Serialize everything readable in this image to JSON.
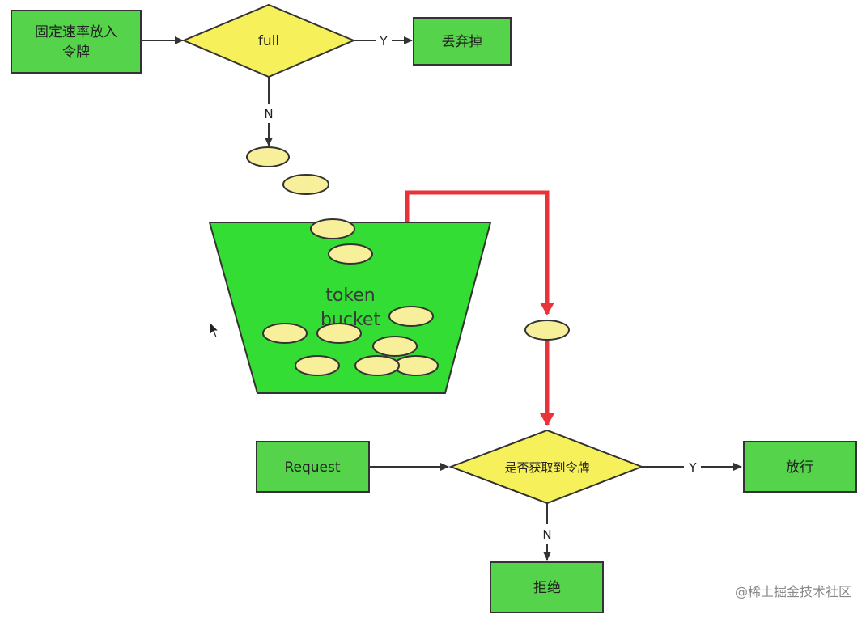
{
  "nodes": {
    "fixed_rate": {
      "line1": "固定速率放入",
      "line2": "令牌"
    },
    "full_check": "full",
    "discard": "丢弃掉",
    "bucket": {
      "line1": "token",
      "line2": "bucket"
    },
    "request": "Request",
    "token_check": "是否获取到令牌",
    "allow": "放行",
    "reject": "拒绝"
  },
  "edges": {
    "full_yes": "Y",
    "full_no": "N",
    "token_yes": "Y",
    "token_no": "N"
  },
  "watermark": "@稀土掘金技术社区",
  "colors": {
    "box_fill": "#55d34a",
    "bucket_fill": "#33dd33",
    "diamond_fill": "#f6f05a",
    "token_fill": "#f7ef9a",
    "arrow": "#333333",
    "token_path": "#e8333a"
  }
}
